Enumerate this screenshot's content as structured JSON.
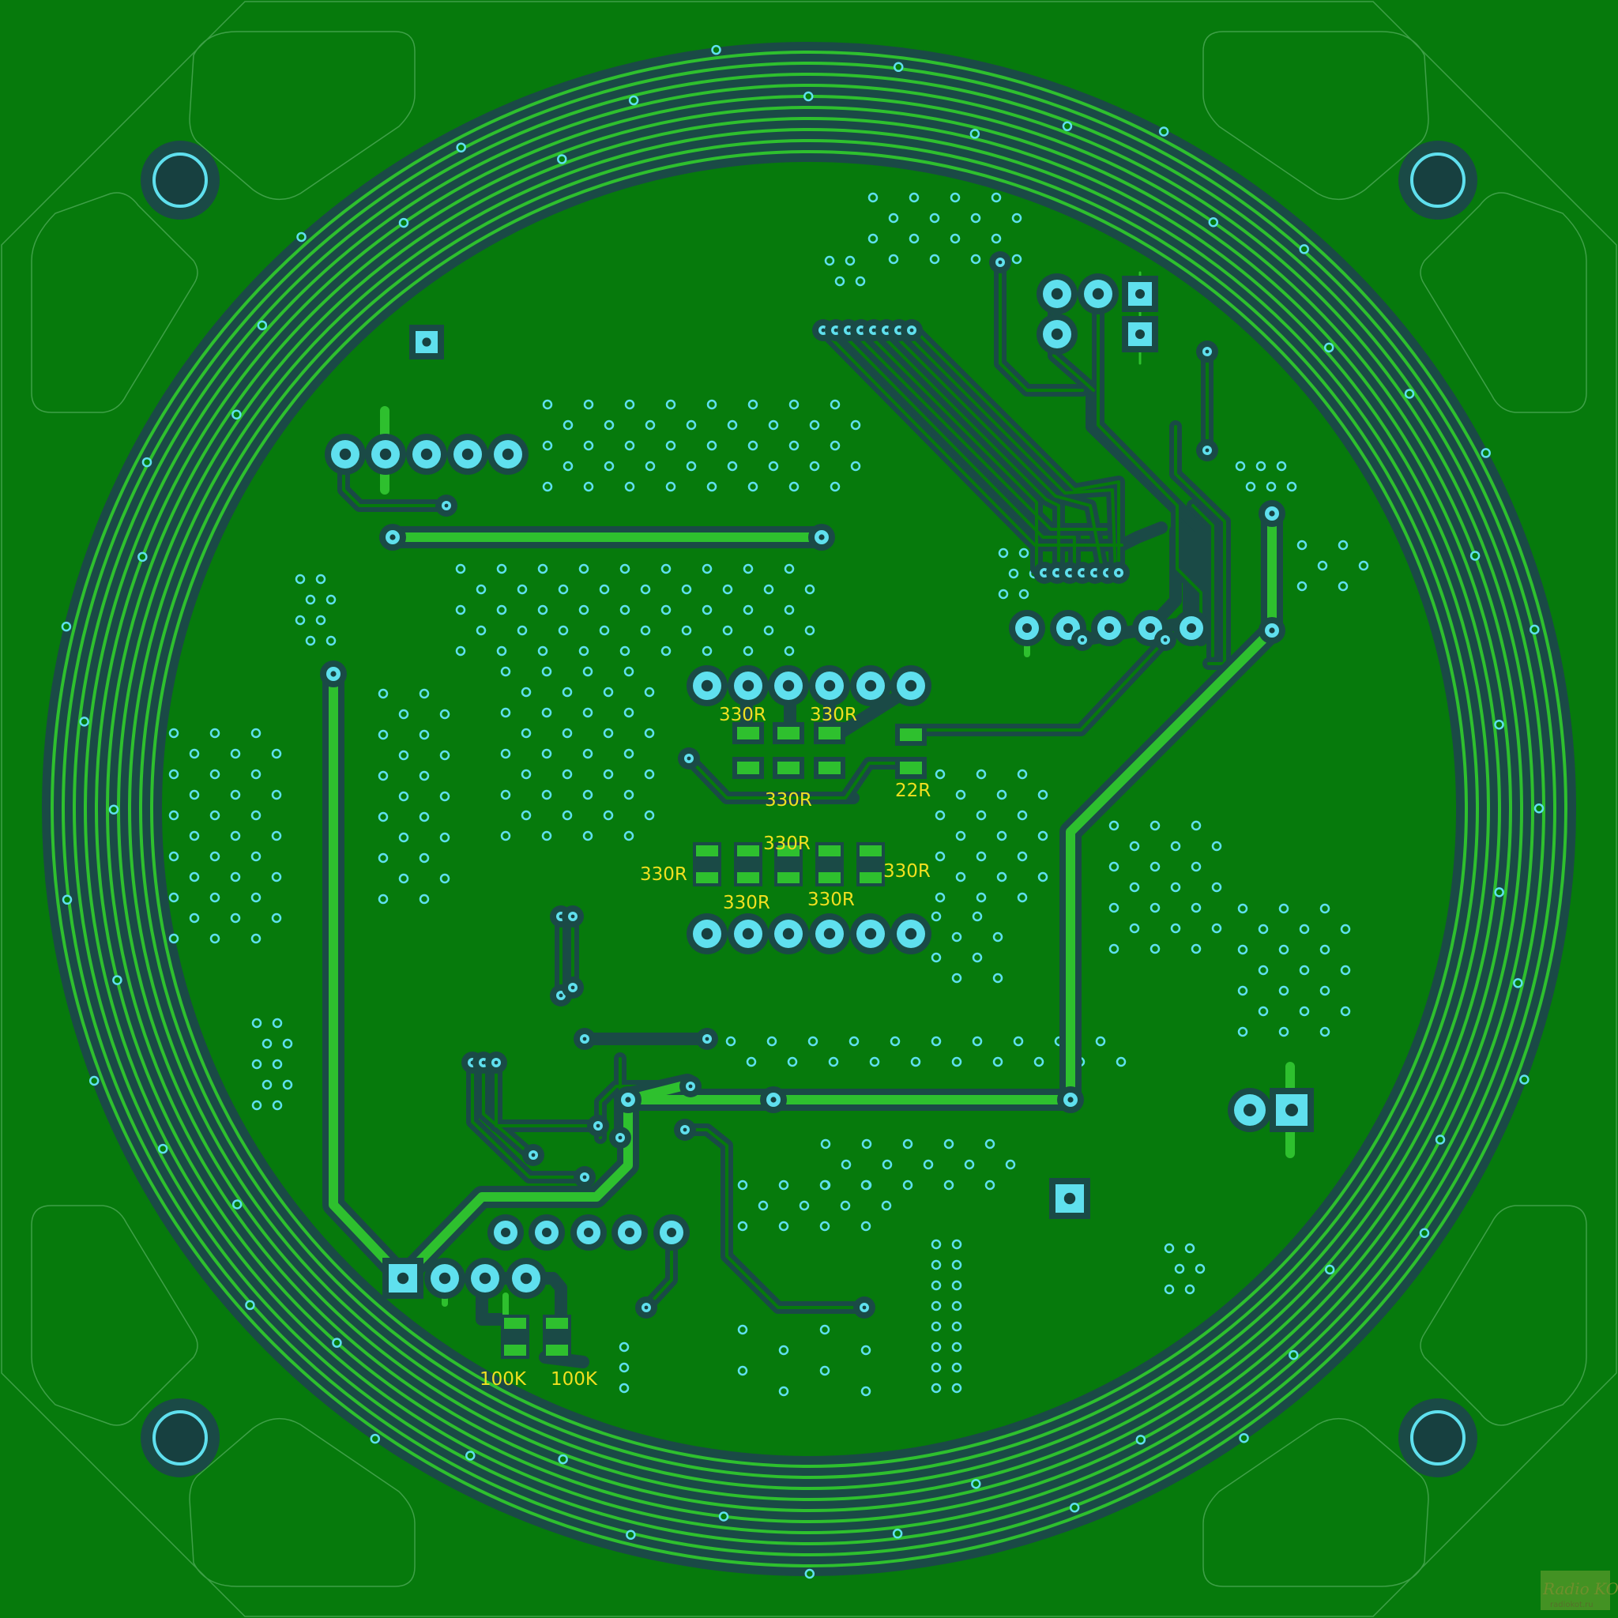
{
  "board": {
    "background_color": "#067a0c",
    "copper_color": "#2ec02e",
    "clearance_color": "#1a4a46",
    "pad_color": "#5fe0ee",
    "silk_color": "#f0e020"
  },
  "labels": [
    {
      "id": "r1",
      "text": "330R"
    },
    {
      "id": "r2",
      "text": "330R"
    },
    {
      "id": "r3",
      "text": "330R"
    },
    {
      "id": "r4",
      "text": "22R"
    },
    {
      "id": "r5",
      "text": "330R"
    },
    {
      "id": "r6",
      "text": "330R"
    },
    {
      "id": "r7",
      "text": "330R"
    },
    {
      "id": "r8",
      "text": "330R"
    },
    {
      "id": "r9",
      "text": "330R"
    },
    {
      "id": "r10",
      "text": "100K"
    },
    {
      "id": "r11",
      "text": "100K"
    }
  ],
  "watermark": {
    "logo_text": "Radio KOT",
    "site": "radiokot.ru"
  }
}
